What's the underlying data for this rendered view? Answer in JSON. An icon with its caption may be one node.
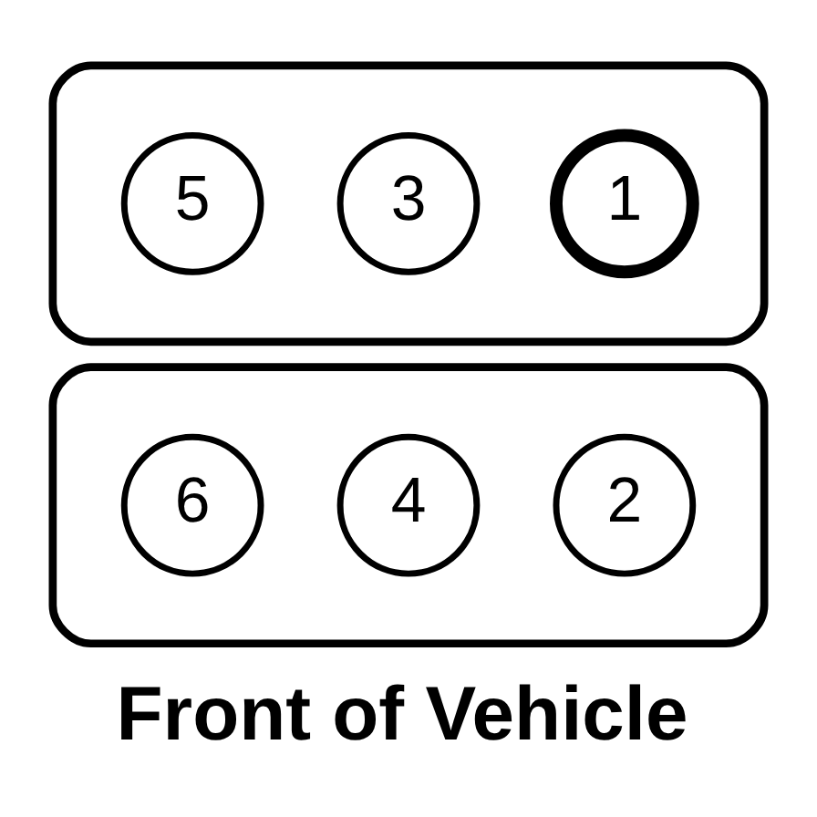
{
  "diagram": {
    "caption": "Front of Vehicle",
    "nodes": [
      {
        "text": [],
        "shape": "box"
      },
      {
        "text": [
          "1"
        ],
        "in": 0
      },
      {
        "text": [
          "3"
        ],
        "in": 0
      },
      {
        "text": [
          "5"
        ],
        "in": 0
      },
      {
        "text": [],
        "shape": "box"
      },
      {
        "text": [
          "2"
        ],
        "in": 4
      },
      {
        "text": [
          "4"
        ],
        "in": 4
      },
      {
        "text": [
          "6"
        ],
        "in": 4
      }
    ]
  }
}
